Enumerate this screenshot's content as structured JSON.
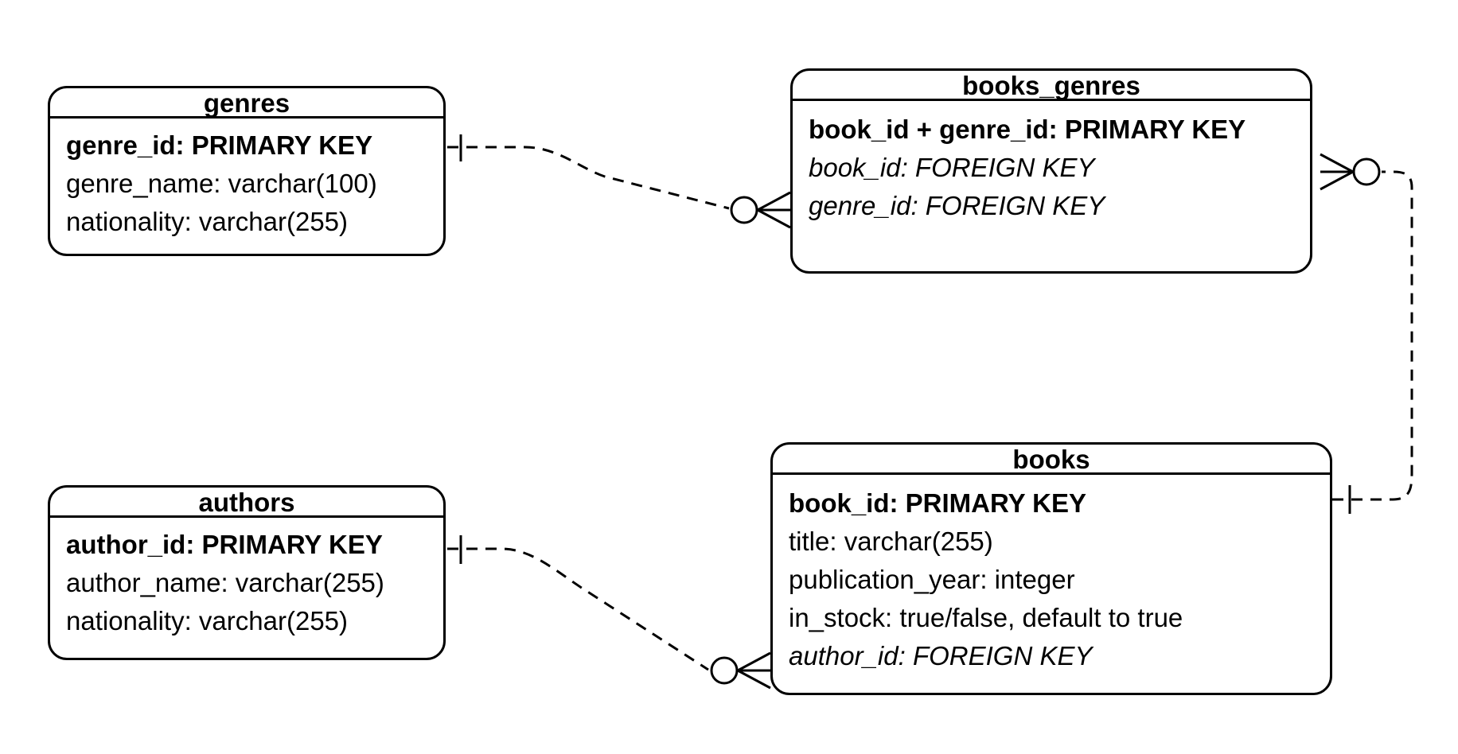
{
  "entities": {
    "genres": {
      "title": "genres",
      "attributes": [
        {
          "text": "genre_id: PRIMARY KEY",
          "kind": "pk"
        },
        {
          "text": "genre_name: varchar(100)",
          "kind": "plain"
        },
        {
          "text": "nationality: varchar(255)",
          "kind": "plain"
        }
      ]
    },
    "books_genres": {
      "title": "books_genres",
      "attributes": [
        {
          "text": "book_id + genre_id: PRIMARY KEY",
          "kind": "pk"
        },
        {
          "text": "book_id: FOREIGN KEY",
          "kind": "fk"
        },
        {
          "text": "genre_id: FOREIGN KEY",
          "kind": "fk"
        }
      ]
    },
    "authors": {
      "title": "authors",
      "attributes": [
        {
          "text": "author_id: PRIMARY KEY",
          "kind": "pk"
        },
        {
          "text": "author_name: varchar(255)",
          "kind": "plain"
        },
        {
          "text": "nationality: varchar(255)",
          "kind": "plain"
        }
      ]
    },
    "books": {
      "title": "books",
      "attributes": [
        {
          "text": "book_id: PRIMARY KEY",
          "kind": "pk"
        },
        {
          "text": "title: varchar(255)",
          "kind": "plain"
        },
        {
          "text": "publication_year: integer",
          "kind": "plain"
        },
        {
          "text": "in_stock: true/false, default to true",
          "kind": "plain"
        },
        {
          "text": "author_id: FOREIGN KEY",
          "kind": "fk"
        }
      ]
    }
  },
  "relationships": [
    {
      "from": "genres",
      "from_cardinality": "one",
      "to": "books_genres",
      "to_cardinality": "zero-or-many",
      "line_style": "dashed"
    },
    {
      "from": "books",
      "from_cardinality": "one",
      "to": "books_genres",
      "to_cardinality": "zero-or-many",
      "line_style": "dashed"
    },
    {
      "from": "authors",
      "from_cardinality": "one",
      "to": "books",
      "to_cardinality": "zero-or-many",
      "line_style": "dashed"
    }
  ]
}
